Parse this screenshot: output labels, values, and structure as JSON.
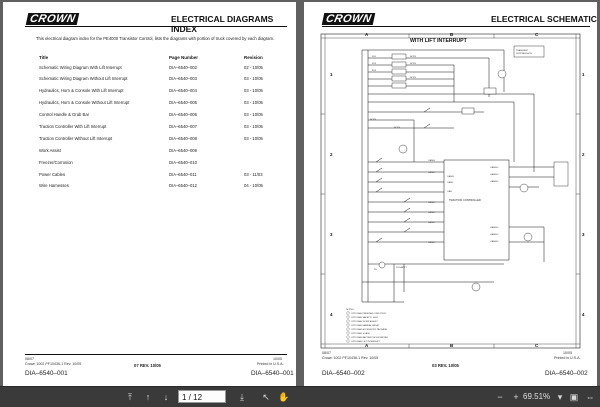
{
  "left_page": {
    "logo": "CROWN",
    "title": "ELECTRICAL DIAGRAMS INDEX",
    "intro": "This electrical diagram index for the PE4000 Transistor Control, lists the diagrams with portion of truck covered by each diagram.",
    "columns": {
      "title": "Title",
      "page": "Page Number",
      "revision": "Revision"
    },
    "rows": [
      {
        "title": "Schematic Wiring Diagram With Lift Interrupt",
        "page": "DIA–6540–002",
        "revision": "02 - 10/05"
      },
      {
        "title": "Schematic Wiring Diagram Without Lift Interrupt",
        "page": "DIA–6540–003",
        "revision": "03 - 10/05"
      },
      {
        "title": "Hydraulics, Horn & Console With Lift Interrupt",
        "page": "DIA–6540–004",
        "revision": "03 - 10/05"
      },
      {
        "title": "Hydraulics, Horn & Console Without Lift Interrupt",
        "page": "DIA–6540–005",
        "revision": "03 - 10/05"
      },
      {
        "title": "Control Handle & Grab Bar",
        "page": "DIA–6540–006",
        "revision": "03 - 10/05"
      },
      {
        "title": "Traction Controller With Lift Interrupt",
        "page": "DIA–6540–007",
        "revision": "03 - 10/05"
      },
      {
        "title": "Traction Controller Without Lift Interrupt",
        "page": "DIA–6540–008",
        "revision": "03 - 10/05"
      },
      {
        "title": "Work Assist",
        "page": "DIA–6540–009",
        "revision": ""
      },
      {
        "title": "Freezer/Corrosion",
        "page": "DIA–6540–010",
        "revision": ""
      },
      {
        "title": "Power Cables",
        "page": "DIA–6540–011",
        "revision": "03 - 11/03"
      },
      {
        "title": "Wire Harnesses",
        "page": "DIA–6540–012",
        "revision": "04 - 10/05"
      }
    ],
    "footer_left_1": "08/07",
    "footer_left_2": "Crown 1002 PF10436-1 Rev. 10/05",
    "footer_right_1": "10/05",
    "footer_right_2": "Printed in U.S.A.",
    "footer_center": "07 REV. 10/05",
    "footer_code": "DIA–6540–001",
    "footer_code_right": "DIA–6540–001"
  },
  "right_page": {
    "logo": "CROWN",
    "title": "ELECTRICAL SCHEMATIC",
    "subtitle": "WITH LIFT INTERRUPT",
    "col_letters": [
      "A",
      "B",
      "C"
    ],
    "row_numbers": [
      "1",
      "2",
      "3",
      "4"
    ],
    "controller_label": "TRACTION CONTROLLER",
    "footer_left_1": "08/07",
    "footer_left_2": "Crown 1002 PF10436-1 Rev. 10/05",
    "footer_right_1": "10/05",
    "footer_right_2": "Printed in U.S.A.",
    "footer_center": "03 REV. 10/05",
    "footer_code": "DIA–6540–002",
    "footer_code_right": "DIA–6540–002"
  },
  "toolbar": {
    "page_value": "1 / 12",
    "zoom_value": "69.51%",
    "icons": [
      "arrow-first-icon",
      "arrow-up-icon",
      "arrow-down-icon",
      "arrow-last-icon",
      "pointer-icon",
      "hand-icon",
      "zoom-out-icon",
      "zoom-in-icon",
      "zoom-dropdown-icon",
      "fit-page-icon",
      "fit-width-icon"
    ]
  }
}
